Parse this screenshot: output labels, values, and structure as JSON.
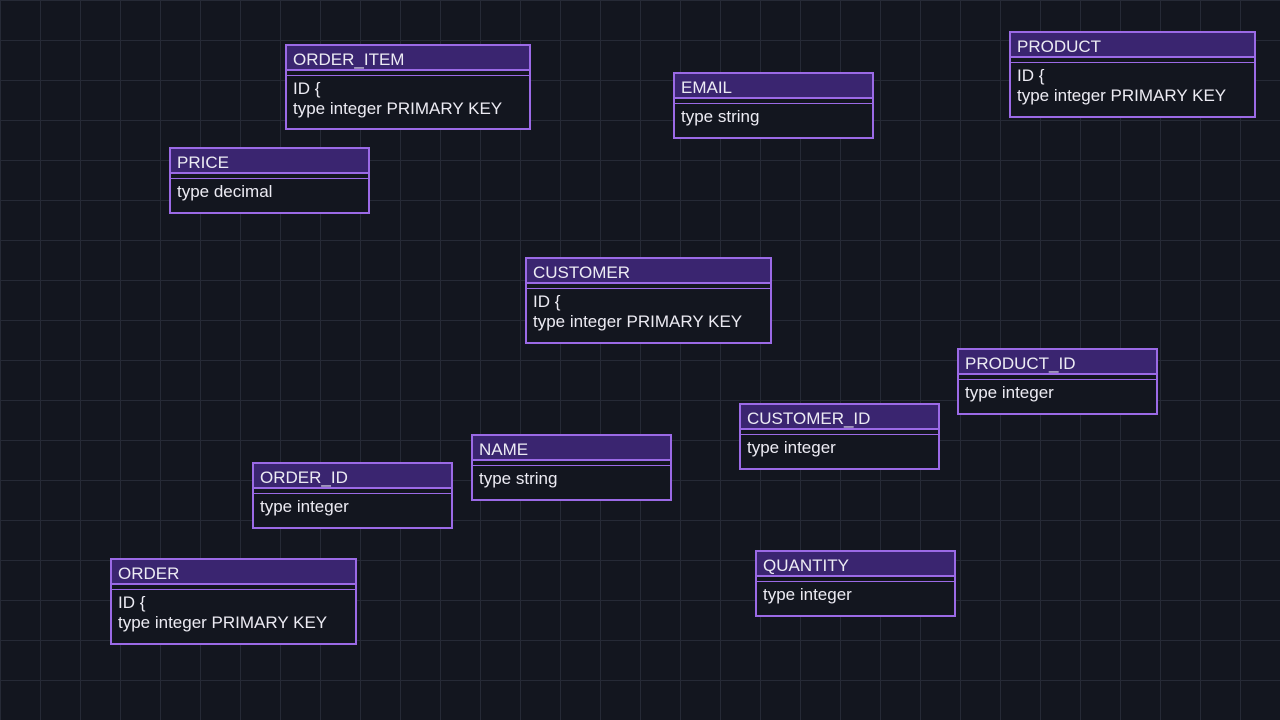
{
  "entities": {
    "order_item": {
      "name": "ORDER_ITEM",
      "lines": [
        "ID {",
        "type integer PRIMARY KEY"
      ]
    },
    "email": {
      "name": "EMAIL",
      "lines": [
        "type string"
      ]
    },
    "product": {
      "name": "PRODUCT",
      "lines": [
        "ID {",
        "type integer PRIMARY KEY"
      ]
    },
    "price": {
      "name": "PRICE",
      "lines": [
        "type decimal"
      ]
    },
    "customer": {
      "name": "CUSTOMER",
      "lines": [
        "ID {",
        "type integer PRIMARY KEY"
      ]
    },
    "product_id": {
      "name": "PRODUCT_ID",
      "lines": [
        "type integer"
      ]
    },
    "customer_id": {
      "name": "CUSTOMER_ID",
      "lines": [
        "type integer"
      ]
    },
    "name": {
      "name": "NAME",
      "lines": [
        "type string"
      ]
    },
    "order_id": {
      "name": "ORDER_ID",
      "lines": [
        "type integer"
      ]
    },
    "order": {
      "name": "ORDER",
      "lines": [
        "ID {",
        "type integer PRIMARY KEY"
      ]
    },
    "quantity": {
      "name": "QUANTITY",
      "lines": [
        "type integer"
      ]
    }
  },
  "colors": {
    "background": "#13161f",
    "grid": "#262a36",
    "border": "#9b6ae6",
    "header": "#3a2570",
    "text": "#ecebf3"
  }
}
